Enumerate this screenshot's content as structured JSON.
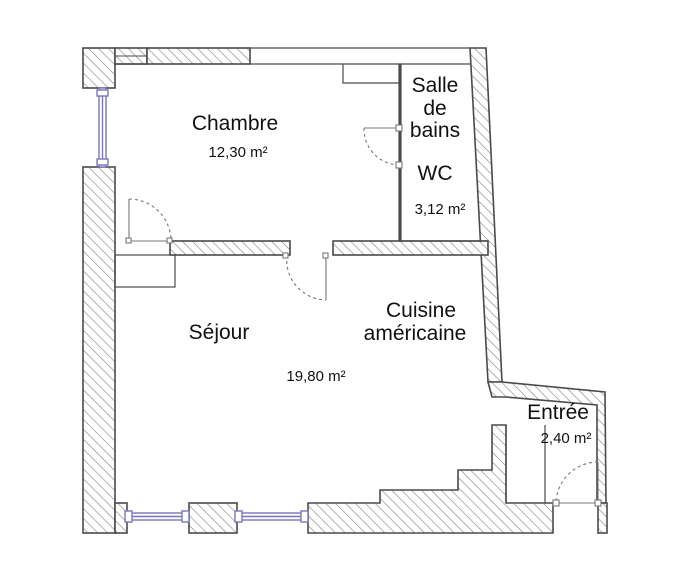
{
  "rooms": {
    "chambre": {
      "name": "Chambre",
      "area": "12,30 m²"
    },
    "salle_de_bains": {
      "line1": "Salle",
      "line2": "de",
      "line3": "bains"
    },
    "wc": {
      "name": "WC",
      "area": "3,12 m²"
    },
    "sejour": {
      "name": "Séjour",
      "area": "19,80 m²"
    },
    "cuisine": {
      "line1": "Cuisine",
      "line2": "américaine"
    },
    "entree": {
      "name": "Entrée",
      "area": "2,40 m²"
    }
  },
  "colors": {
    "wall_outline": "#4a4a4a",
    "hatch": "#8a8a8a",
    "window_frame": "#7777bb",
    "door_line": "#777777",
    "background": "#ffffff"
  }
}
